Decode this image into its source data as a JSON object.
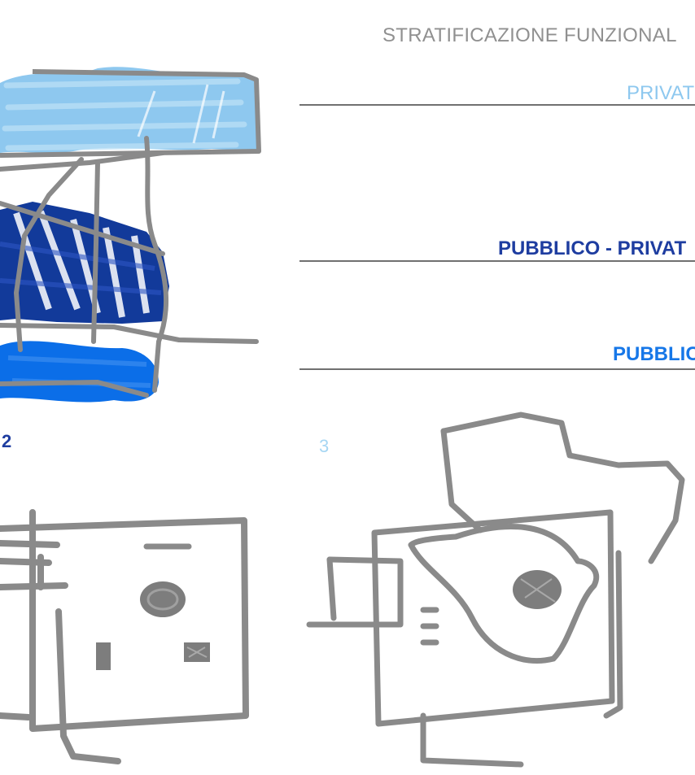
{
  "title": "STRATIFICAZIONE FUNZIONAL",
  "levels": {
    "privato": "PRIVAT",
    "pubblico_privato": "PUBBLICO - PRIVAT",
    "pubblico": "PUBBLIC"
  },
  "sketch_numbers": {
    "second": "2",
    "third": "3"
  },
  "colors": {
    "light_blue": "#8ec8ef",
    "dark_blue": "#123a9a",
    "bright_blue": "#0b6ee8",
    "sketch_gray": "#8a8a8a",
    "title_gray": "#909090"
  }
}
